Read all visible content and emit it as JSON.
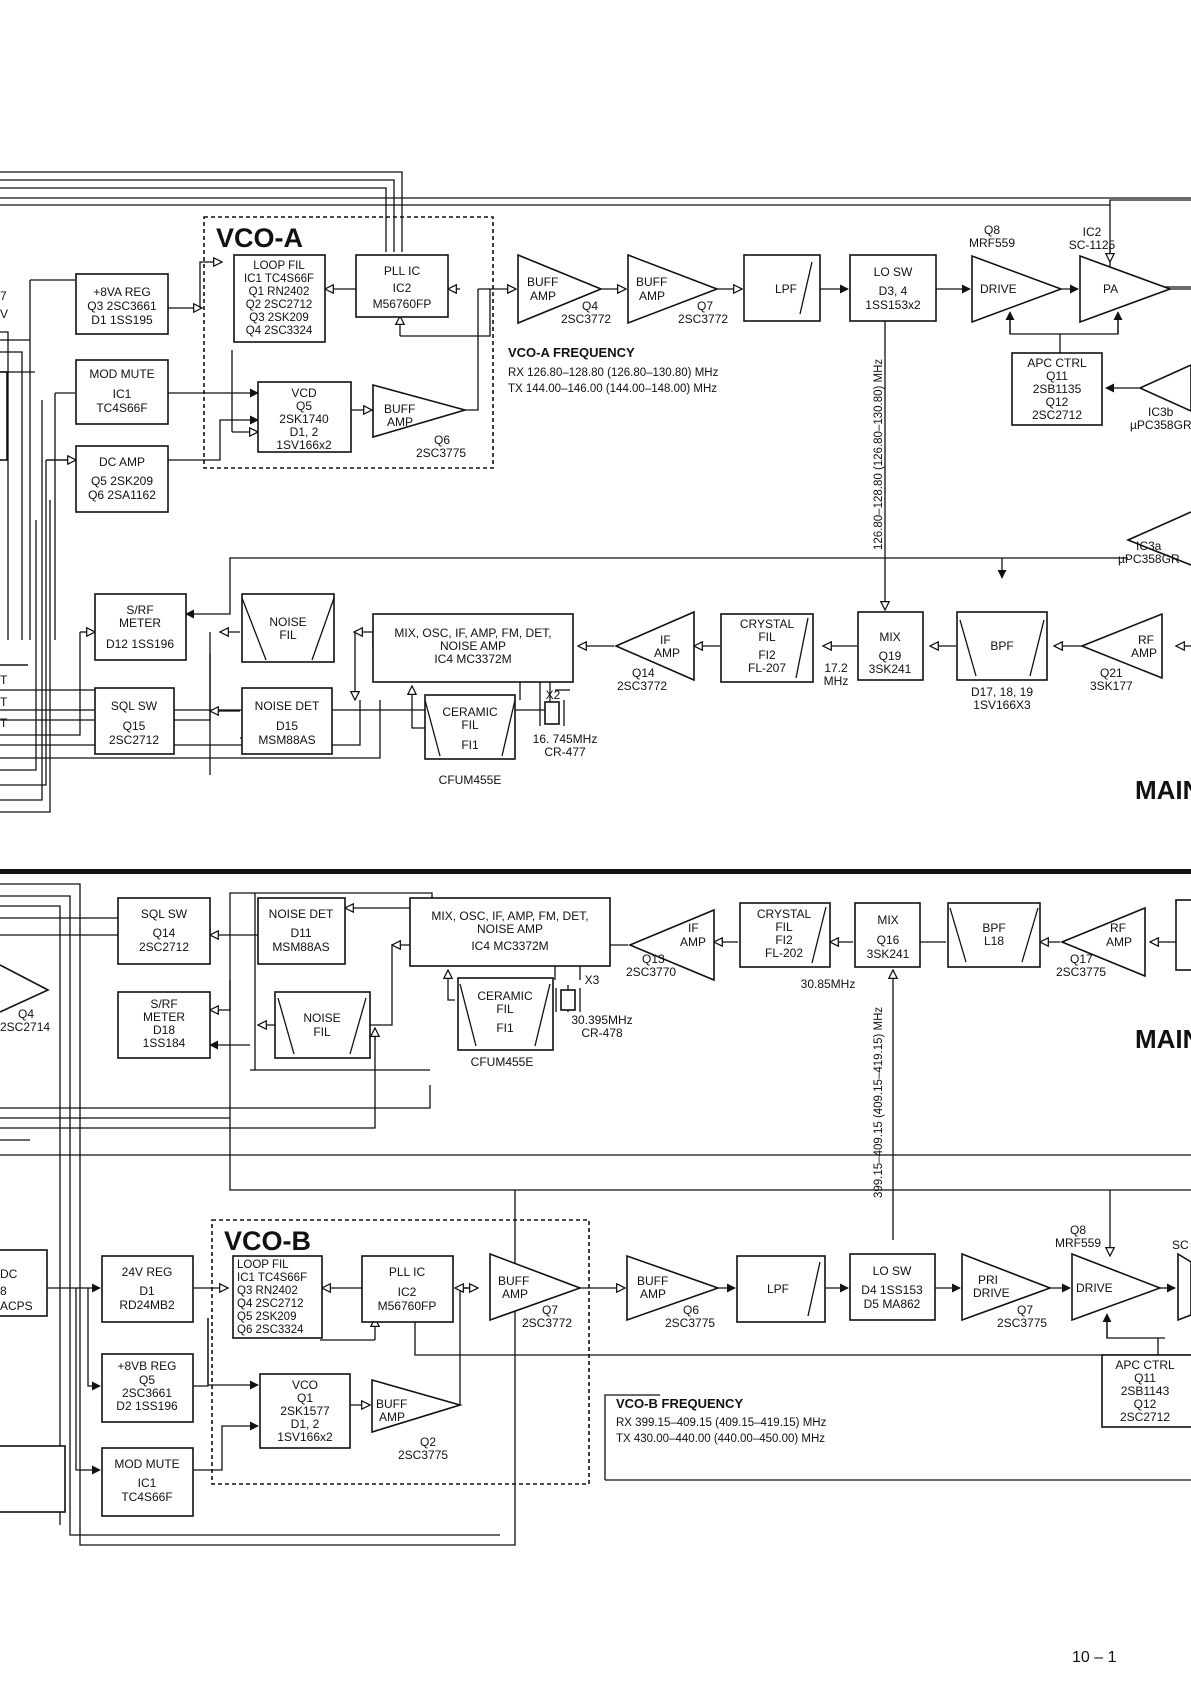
{
  "vco_a": {
    "title": "VCO-A",
    "loop_fil": [
      "LOOP FIL",
      "IC1 TC4S66F",
      "Q1 RN2402",
      "Q2 2SC2712",
      "Q3 2SK209",
      "Q4 2SC3324"
    ],
    "pll_ic": [
      "PLL IC",
      "IC2",
      "M56760FP"
    ],
    "vcd": [
      "VCD",
      "Q5",
      "2SK1740",
      "D1, 2",
      "1SV166x2"
    ],
    "buff_q6": [
      "BUFF",
      "AMP",
      "Q6",
      "2SC3775"
    ]
  },
  "top": {
    "reg": [
      "+8VA REG",
      "Q3 2SC3661",
      "D1 1SS195"
    ],
    "mod_mute": [
      "MOD MUTE",
      "IC1",
      "TC4S66F"
    ],
    "dc_amp": [
      "DC AMP",
      "Q5 2SK209",
      "Q6 2SA1162"
    ],
    "buff_q4": [
      "BUFF",
      "AMP",
      "Q4",
      "2SC3772"
    ],
    "buff_q7": [
      "BUFF",
      "AMP",
      "Q7",
      "2SC3772"
    ],
    "lpf": "LPF",
    "lo_sw": [
      "LO SW",
      "D3, 4",
      "1SS153x2"
    ],
    "drive": [
      "DRIVE",
      "Q8",
      "MRF559"
    ],
    "pa": [
      "PA",
      "IC2",
      "SC-1125"
    ],
    "apc": [
      "APC CTRL",
      "Q11",
      "2SB1135",
      "Q12",
      "2SC2712"
    ],
    "ic3b": [
      "IC3b",
      "µPC358GR"
    ],
    "ic3a": [
      "IC3a",
      "µPC358GR"
    ],
    "freq_title": "VCO-A FREQUENCY",
    "freq_rx": "RX 126.80–128.80 (126.80–130.80) MHz",
    "freq_tx": "TX 144.00–146.00 (144.00–148.00) MHz",
    "vert": "126.80–128.80 (126.80–130.80) MHz",
    "srf": [
      "S/RF",
      "METER",
      "D12 1SS196"
    ],
    "noise_fil": [
      "NOISE",
      "FIL"
    ],
    "mix_osc": [
      "MIX, OSC, IF, AMP, FM, DET,",
      "NOISE AMP",
      "IC4 MC3372M"
    ],
    "if_amp": [
      "IF",
      "AMP",
      "Q14",
      "2SC3772"
    ],
    "crystal": [
      "CRYSTAL",
      "FIL",
      "FI2",
      "FL-207"
    ],
    "if_freq": [
      "17.2",
      "MHz"
    ],
    "mix": [
      "MIX",
      "Q19",
      "3SK241"
    ],
    "bpf": [
      "BPF",
      "D17, 18, 19",
      "1SV166X3"
    ],
    "rf_amp": [
      "RF",
      "AMP",
      "Q21",
      "3SK177"
    ],
    "sql": [
      "SQL SW",
      "Q15",
      "2SC2712"
    ],
    "noise_det": [
      "NOISE DET",
      "D15",
      "MSM88AS"
    ],
    "ceramic": [
      "CERAMIC",
      "FIL",
      "FI1",
      "CFUM455E"
    ],
    "x2": [
      "X2",
      "16. 745MHz",
      "CR-477"
    ],
    "main": "MAIN",
    "left_frag": [
      "7",
      "V",
      "T",
      "T",
      "T"
    ]
  },
  "bottom": {
    "sql": [
      "SQL SW",
      "Q14",
      "2SC2712"
    ],
    "noise_det": [
      "NOISE DET",
      "D11",
      "MSM88AS"
    ],
    "mix_osc": [
      "MIX, OSC, IF, AMP, FM, DET,",
      "NOISE AMP",
      "IC4 MC3372M"
    ],
    "if_amp": [
      "IF",
      "AMP",
      "Q13",
      "2SC3770"
    ],
    "crystal": [
      "CRYSTAL",
      "FIL",
      "FI2",
      "FL-202"
    ],
    "if_freq": "30.85MHz",
    "mix": [
      "MIX",
      "Q16",
      "3SK241"
    ],
    "bpf": [
      "BPF",
      "L18"
    ],
    "rf_amp": [
      "RF",
      "AMP",
      "Q17",
      "2SC3775"
    ],
    "q4": [
      "Q4",
      "2SC2714"
    ],
    "srf": [
      "S/RF",
      "METER",
      "D18",
      "1SS184"
    ],
    "noise_fil": [
      "NOISE",
      "FIL"
    ],
    "ceramic": [
      "CERAMIC",
      "FIL",
      "FI1",
      "CFUM455E"
    ],
    "x3": [
      "X3",
      "30.395MHz",
      "CR-478"
    ],
    "main": "MAIN",
    "vert": "399.15–409.15 (409.15–419.15) MHz",
    "dc_frag": [
      "DC",
      "8",
      "ACPS"
    ],
    "reg24": [
      "24V REG",
      "D1",
      "RD24MB2"
    ],
    "reg8": [
      "+8VB REG",
      "Q5",
      "2SC3661",
      "D2 1SS196"
    ],
    "mod_mute": [
      "MOD MUTE",
      "IC1",
      "TC4S66F"
    ],
    "buff_q7": [
      "BUFF",
      "AMP",
      "Q7",
      "2SC3772"
    ],
    "buff_q6": [
      "BUFF",
      "AMP",
      "Q6",
      "2SC3775"
    ],
    "lpf": "LPF",
    "lo_sw": [
      "LO SW",
      "D4 1SS153",
      "D5 MA862"
    ],
    "pri_drive": [
      "PRI",
      "DRIVE",
      "Q7",
      "2SC3775"
    ],
    "drive": [
      "DRIVE",
      "Q8",
      "MRF559"
    ],
    "sc_frag": "SC",
    "apc": [
      "APC CTRL",
      "Q11",
      "2SB1143",
      "Q12",
      "2SC2712"
    ],
    "freq_title": "VCO-B FREQUENCY",
    "freq_rx": "RX 399.15–409.15 (409.15–419.15) MHz",
    "freq_tx": "TX 430.00–440.00 (440.00–450.00) MHz"
  },
  "vco_b": {
    "title": "VCO-B",
    "loop_fil": [
      "LOOP FIL",
      "IC1  TC4S66F",
      "Q3   RN2402",
      "Q4   2SC2712",
      "Q5   2SK209",
      "Q6   2SC3324"
    ],
    "pll_ic": [
      "PLL IC",
      "IC2",
      "M56760FP"
    ],
    "vco": [
      "VCO",
      "Q1",
      "2SK1577",
      "D1, 2",
      "1SV166x2"
    ],
    "buff_q2": [
      "BUFF",
      "AMP",
      "Q2",
      "2SC3775"
    ]
  },
  "page_number": "10 – 1"
}
